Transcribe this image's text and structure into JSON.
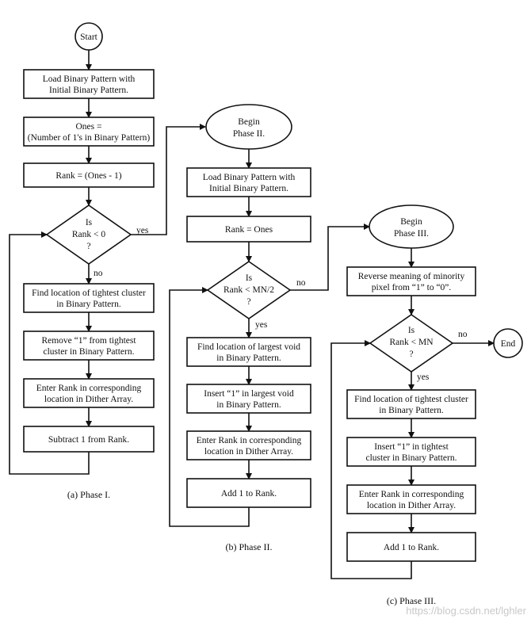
{
  "phase1": {
    "start": "Start",
    "load": [
      "Load Binary Pattern with",
      "Initial Binary Pattern."
    ],
    "ones": [
      "Ones =",
      "(Number of 1's in Binary Pattern)"
    ],
    "rank": "Rank = (Ones - 1)",
    "decision": [
      "Is",
      "Rank < 0",
      "?"
    ],
    "yes": "yes",
    "no": "no",
    "find": [
      "Find location of tightest cluster",
      "in Binary Pattern."
    ],
    "remove": [
      "Remove “1” from tightest",
      "cluster in Binary Pattern."
    ],
    "enter": [
      "Enter Rank in corresponding",
      "location in Dither Array."
    ],
    "subtract": "Subtract 1 from Rank.",
    "caption": "(a) Phase I."
  },
  "phase2": {
    "begin": [
      "Begin",
      "Phase II."
    ],
    "load": [
      "Load Binary Pattern with",
      "Initial Binary Pattern."
    ],
    "rank": "Rank = Ones",
    "decision": [
      "Is",
      "Rank < MN/2",
      "?"
    ],
    "yes": "yes",
    "no": "no",
    "find": [
      "Find location of largest void",
      "in Binary Pattern."
    ],
    "insert": [
      "Insert “1” in largest  void",
      "in Binary Pattern."
    ],
    "enter": [
      "Enter Rank in corresponding",
      "location in Dither Array."
    ],
    "add": "Add 1 to Rank.",
    "caption": "(b) Phase II."
  },
  "phase3": {
    "begin": [
      "Begin",
      "Phase III."
    ],
    "reverse": [
      "Reverse meaning of minority",
      "pixel from “1” to “0”."
    ],
    "decision": [
      "Is",
      "Rank < MN",
      "?"
    ],
    "yes": "yes",
    "no": "no",
    "end": "End",
    "find": [
      "Find location of tightest cluster",
      "in Binary Pattern."
    ],
    "insert": [
      "Insert “1” in tightest",
      "cluster in Binary Pattern."
    ],
    "enter": [
      "Enter Rank in corresponding",
      "location in Dither Array."
    ],
    "add": "Add 1 to Rank.",
    "caption": "(c) Phase III."
  },
  "watermark": "https://blog.csdn.net/lghler"
}
